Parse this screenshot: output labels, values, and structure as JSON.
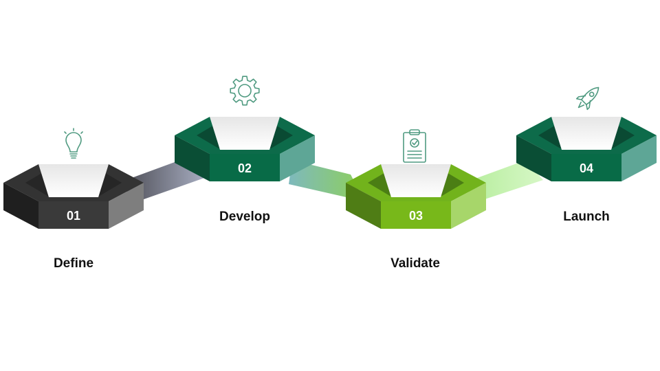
{
  "steps": [
    {
      "number": "01",
      "label": "Define",
      "icon": "lightbulb-icon",
      "theme": "charcoal"
    },
    {
      "number": "02",
      "label": "Develop",
      "icon": "gear-icon",
      "theme": "forest"
    },
    {
      "number": "03",
      "label": "Validate",
      "icon": "clipboard-check-icon",
      "theme": "lime"
    },
    {
      "number": "04",
      "label": "Launch",
      "icon": "rocket-icon",
      "theme": "forest"
    }
  ],
  "colors": {
    "charcoal_top": "#333333",
    "charcoal_front": "#3a3a3a",
    "charcoal_left": "#1f1f1f",
    "charcoal_right": "#7e7e7e",
    "charcoal_well": "#262626",
    "forest_top": "#0d6b4a",
    "forest_front": "#086b47",
    "forest_left": "#0a4e35",
    "forest_right": "#5ea696",
    "forest_well": "#0a4a33",
    "lime_top": "#72b31c",
    "lime_front": "#78b81a",
    "lime_left": "#4f7d15",
    "lime_right": "#a7d66a",
    "lime_well": "#4b7e14",
    "icon_stroke": "#4f9a80",
    "connector_a_start": "#4a4a52",
    "connector_a_end": "#a8aec2",
    "connector_b_start": "#7eb9bd",
    "connector_b_end": "#8ed05a",
    "connector_c_start": "#b4ed9a",
    "connector_c_end": "#d7f7c7"
  }
}
